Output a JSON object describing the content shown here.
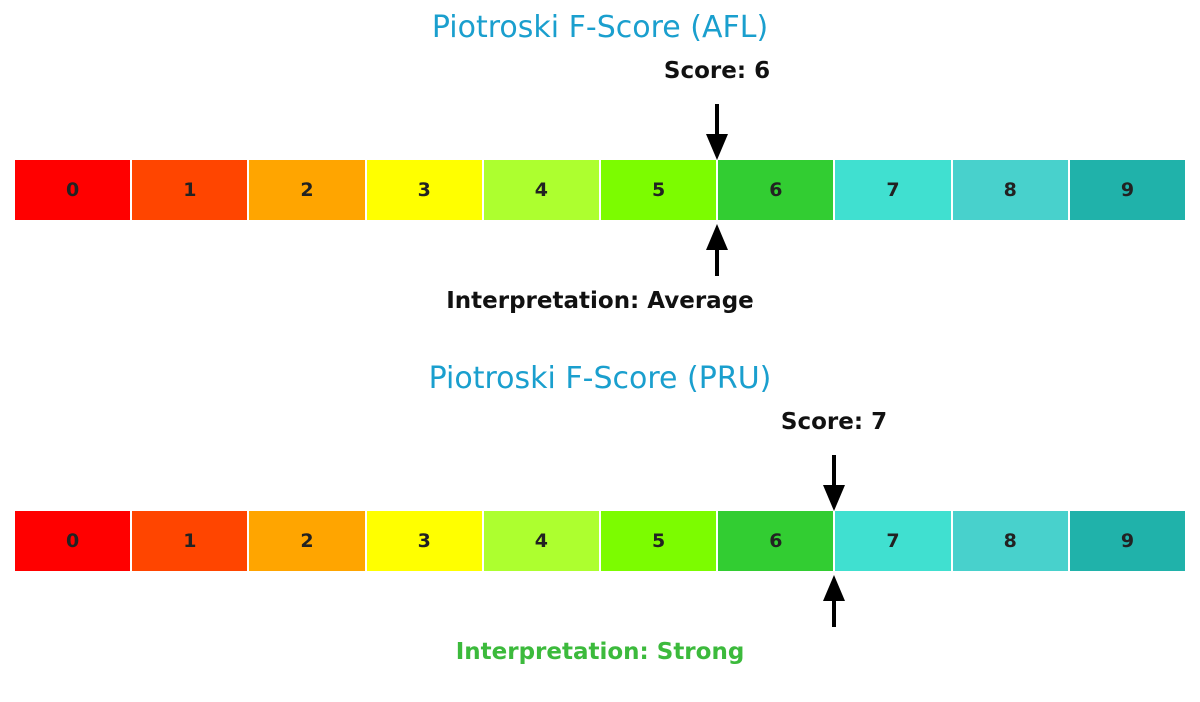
{
  "chart_data": [
    {
      "type": "gauge",
      "title": "Piotroski F-Score (AFL)",
      "score_label": "Score: 6",
      "score": 6,
      "scale_min": 0,
      "scale_max": 9,
      "categories": [
        "0",
        "1",
        "2",
        "3",
        "4",
        "5",
        "6",
        "7",
        "8",
        "9"
      ],
      "colors": [
        "#ff0000",
        "#ff4500",
        "#ffa500",
        "#ffff00",
        "#adff2f",
        "#7cfc00",
        "#32cd32",
        "#40e0d0",
        "#48d1cc",
        "#20b2aa"
      ],
      "interpretation": "Interpretation: Average",
      "interpretation_color": "#111111"
    },
    {
      "type": "gauge",
      "title": "Piotroski F-Score (PRU)",
      "score_label": "Score: 7",
      "score": 7,
      "scale_min": 0,
      "scale_max": 9,
      "categories": [
        "0",
        "1",
        "2",
        "3",
        "4",
        "5",
        "6",
        "7",
        "8",
        "9"
      ],
      "colors": [
        "#ff0000",
        "#ff4500",
        "#ffa500",
        "#ffff00",
        "#adff2f",
        "#7cfc00",
        "#32cd32",
        "#40e0d0",
        "#48d1cc",
        "#20b2aa"
      ],
      "interpretation": "Interpretation: Strong",
      "interpretation_color": "#3cba3c"
    }
  ]
}
